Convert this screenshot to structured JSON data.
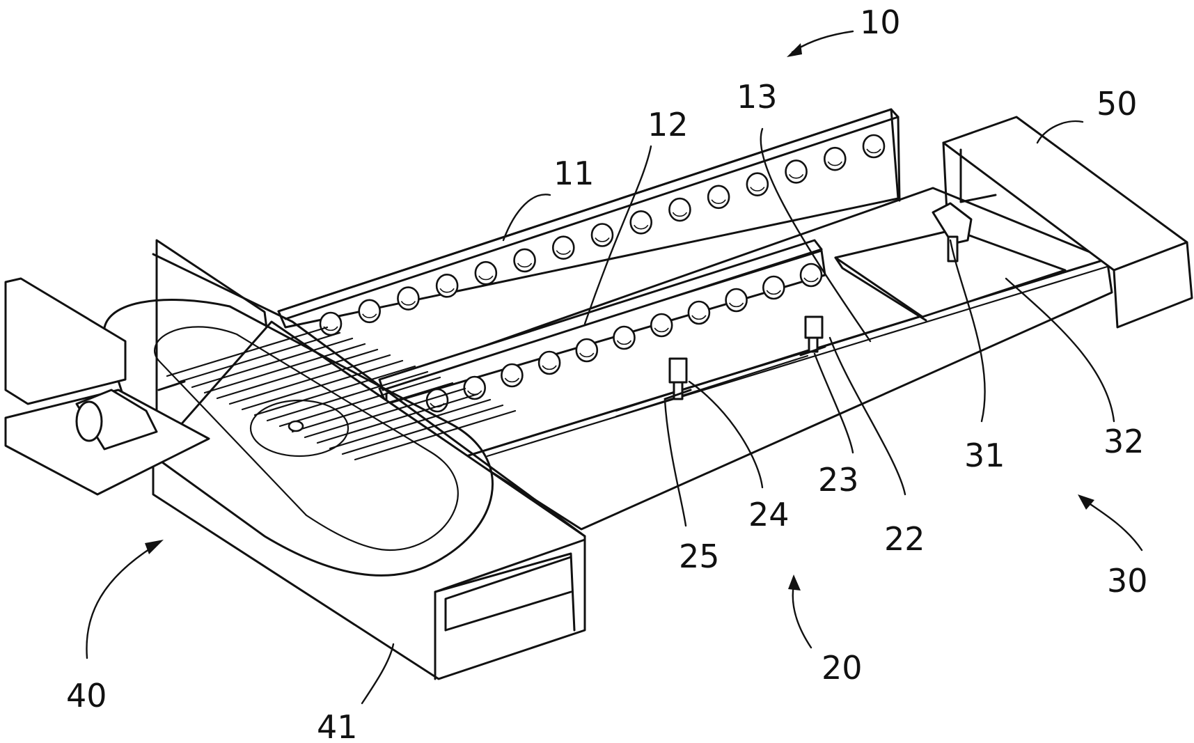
{
  "labels": {
    "l10": "10",
    "l11": "11",
    "l12": "12",
    "l13": "13",
    "l20": "20",
    "l22": "22",
    "l23": "23",
    "l24": "24",
    "l25": "25",
    "l30": "30",
    "l31": "31",
    "l32": "32",
    "l40": "40",
    "l41": "41",
    "l50": "50"
  }
}
